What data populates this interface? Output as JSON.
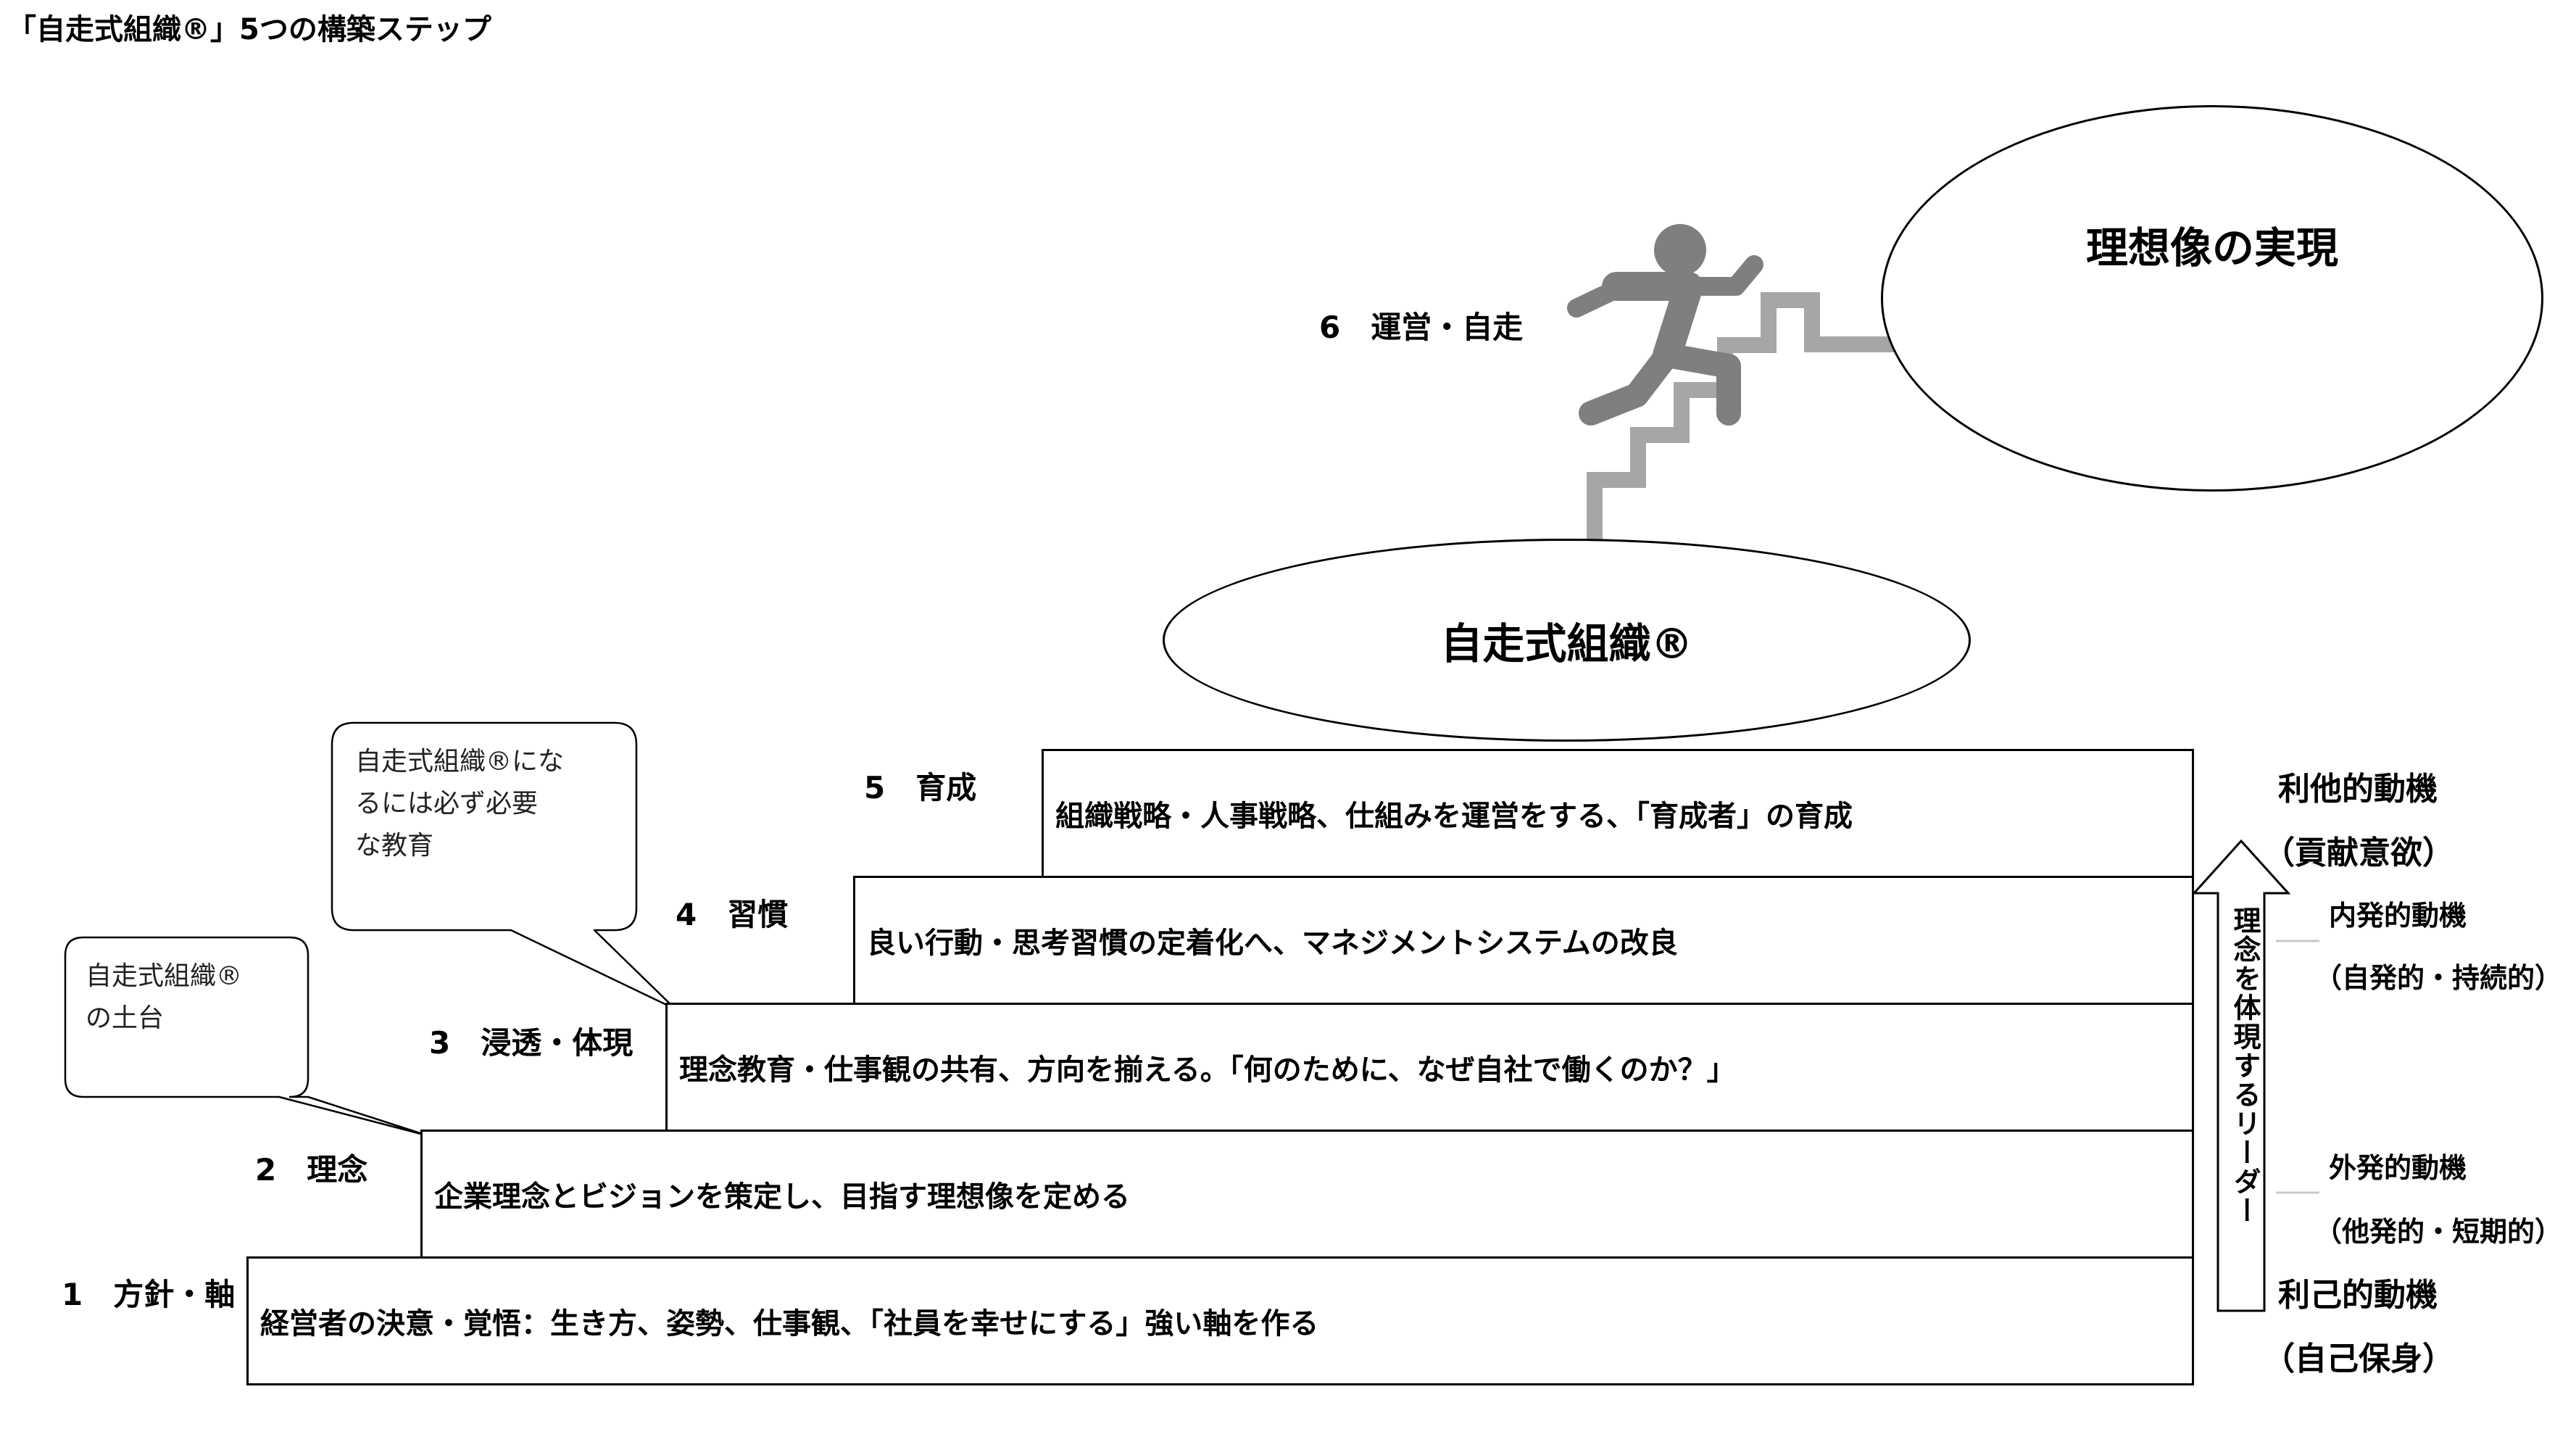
{
  "title": "「自走式組織®」5つの構築ステップ",
  "steps": [
    {
      "label": "1　方針・軸",
      "text": "経営者の決意・覚悟：生き方、姿勢、仕事観、「社員を幸せにする」強い軸を作る"
    },
    {
      "label": "2　理念",
      "text": "企業理念とビジョンを策定し、目指す理想像を定める"
    },
    {
      "label": "3　浸透・体現",
      "text": "理念教育・仕事観の共有、方向を揃える。「何のために、なぜ自社で働くのか？」"
    },
    {
      "label": "4　習慣",
      "text": "良い行動・思考習慣の定着化へ、マネジメントシステムの改良"
    },
    {
      "label": "5　育成",
      "text": "組織戦略・人事戦略、仕組みを運営をする、「育成者」の育成"
    }
  ],
  "step6_label": "6　運営・自走",
  "ideal": "理想像の実現",
  "organization": "自走式組織®",
  "callouts": [
    {
      "lines": [
        "自走式組織®",
        "の土台"
      ]
    },
    {
      "lines": [
        "自走式組織®にな",
        "るには必ず必要",
        "な教育"
      ]
    }
  ],
  "vertical_arrow_text": "理念を体現するリーダー",
  "motives": {
    "altruistic": "利他的動機",
    "altruistic_sub": "（貢献意欲）",
    "intrinsic": "内発的動機",
    "intrinsic_sub": "（自発的・持続的）",
    "extrinsic": "外発的動機",
    "extrinsic_sub": "（他発的・短期的）",
    "selfish": "利己的動機",
    "selfish_sub": "（自己保身）"
  },
  "colors": {
    "stairs": "#a6a6a6",
    "runner": "#7f7f7f",
    "line": "#000000"
  },
  "icons": [
    "running-person-icon",
    "stairs-icon"
  ]
}
